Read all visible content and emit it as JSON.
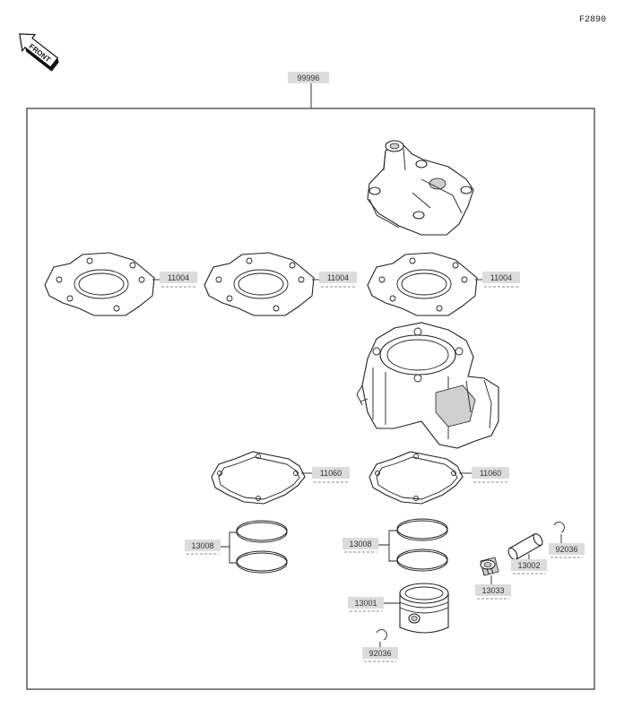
{
  "figure_code": "F2890",
  "front_label": "FRONT",
  "assembly": {
    "part_no": "99996"
  },
  "parts": {
    "head_gasket_1": "11004",
    "head_gasket_2": "11004",
    "head_gasket_3": "11004",
    "base_gasket_1": "11060",
    "base_gasket_2": "11060",
    "ring_set_1": "13008",
    "ring_set_2": "13008",
    "piston": "13001",
    "circlip_1": "92036",
    "circlip_2": "92036",
    "piston_pin": "13002",
    "needle_bearing": "13033"
  },
  "icons": {
    "front_arrow": "front-arrow-icon",
    "cylinder_head": "cylinder-head-icon",
    "cylinder": "cylinder-icon",
    "piston": "piston-icon"
  }
}
